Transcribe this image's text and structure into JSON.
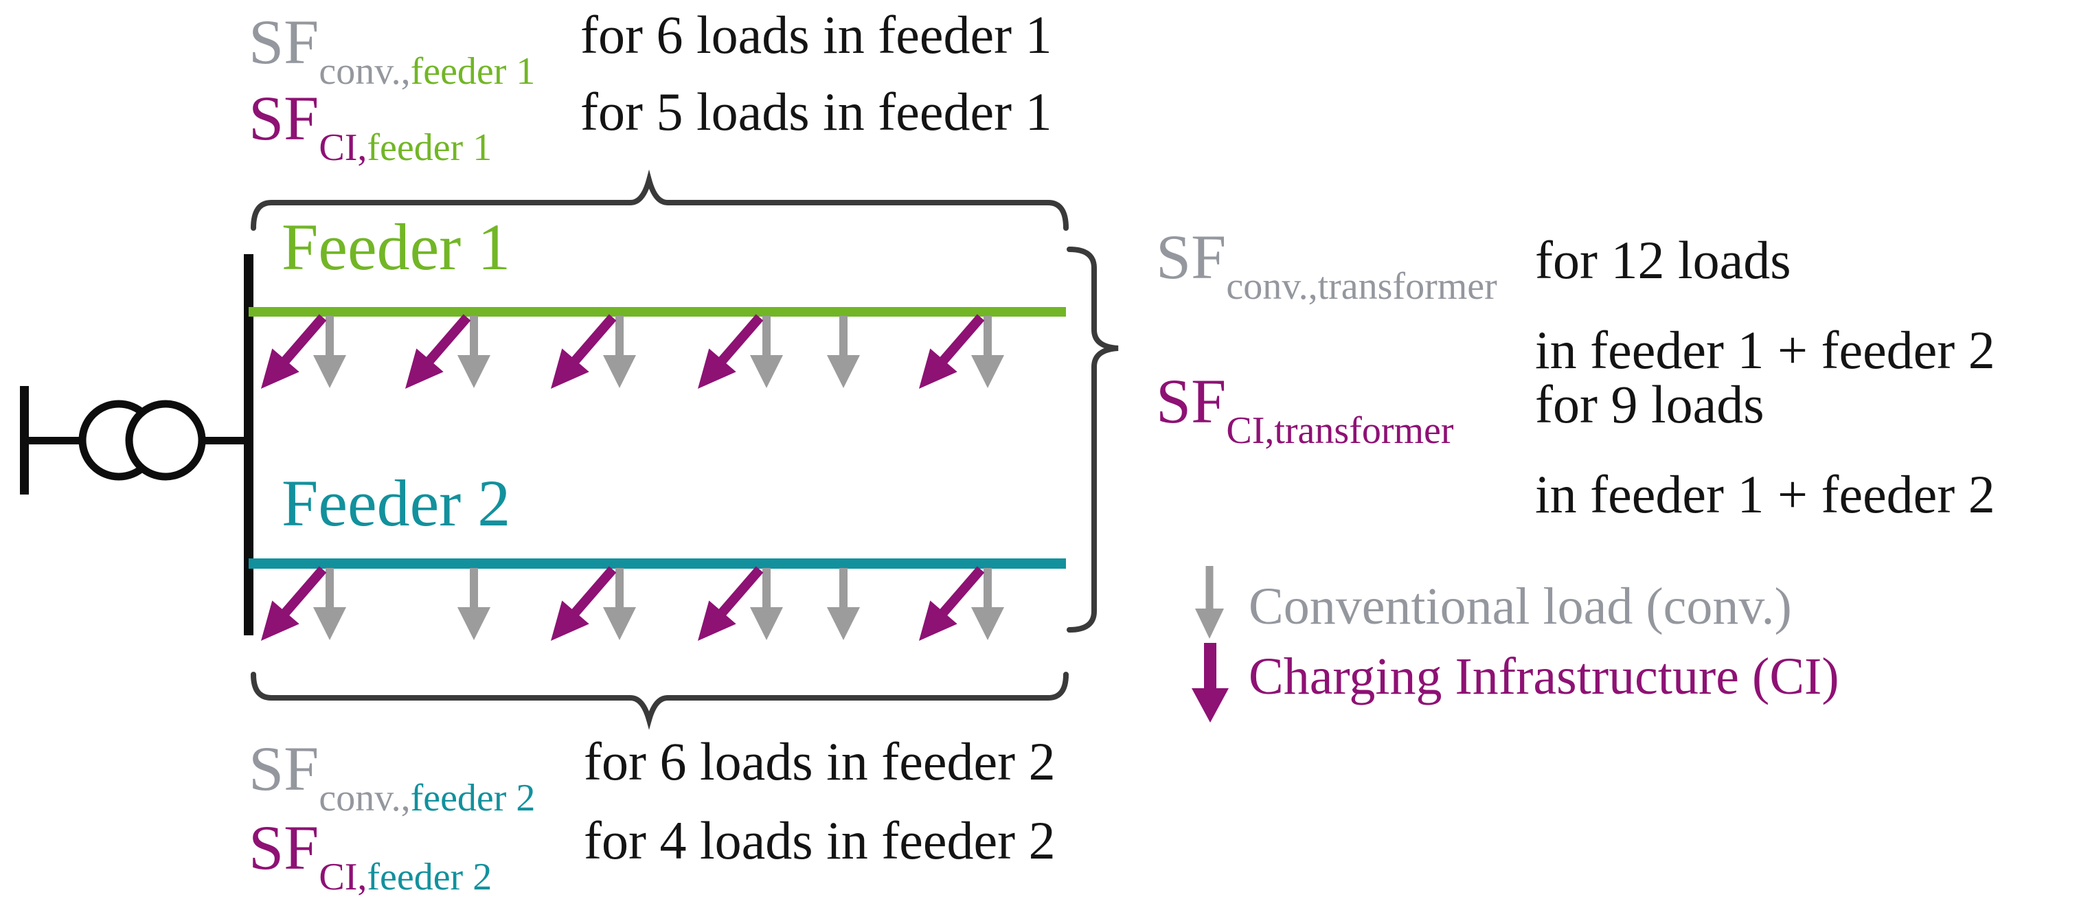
{
  "colors": {
    "green": "#72b626",
    "teal": "#12919d",
    "purple": "#8e1174",
    "gray_text": "#94979e",
    "gray_arrow": "#9c9c9c",
    "black": "#141414",
    "brace": "#3a3a3a",
    "line_black": "#0d0d0d"
  },
  "labels": {
    "top": [
      {
        "sf": "SF",
        "sub_type": "conv.,",
        "sub_feeder": "feeder 1",
        "desc": "for 6 loads in feeder 1"
      },
      {
        "sf": "SF",
        "sub_type": "CI,",
        "sub_feeder": "feeder 1",
        "desc": "for 5 loads in feeder 1"
      }
    ],
    "bottom": [
      {
        "sf": "SF",
        "sub_type": "conv.,",
        "sub_feeder": "feeder 2",
        "desc": "for 6 loads in feeder 2"
      },
      {
        "sf": "SF",
        "sub_type": "CI,",
        "sub_feeder": "feeder 2",
        "desc": "for 4 loads in feeder 2"
      }
    ],
    "transformer": [
      {
        "sf": "SF",
        "sub": "conv.,transformer",
        "line1": "for 12 loads",
        "line2": "in feeder 1 + feeder 2"
      },
      {
        "sf": "SF",
        "sub": "CI,transformer",
        "line1": "for 9 loads",
        "line2": "in feeder 1 + feeder 2"
      }
    ]
  },
  "feeders": [
    {
      "name": "Feeder 1",
      "loads": [
        "conv+ci",
        "conv+ci",
        "conv+ci",
        "conv+ci",
        "conv",
        "conv+ci"
      ]
    },
    {
      "name": "Feeder 2",
      "loads": [
        "conv+ci",
        "conv",
        "conv+ci",
        "conv+ci",
        "conv",
        "conv+ci"
      ]
    }
  ],
  "legend": {
    "items": [
      {
        "label": "Conventional load (conv.)",
        "type": "conv"
      },
      {
        "label": "Charging Infrastructure (CI)",
        "type": "ci"
      }
    ]
  }
}
